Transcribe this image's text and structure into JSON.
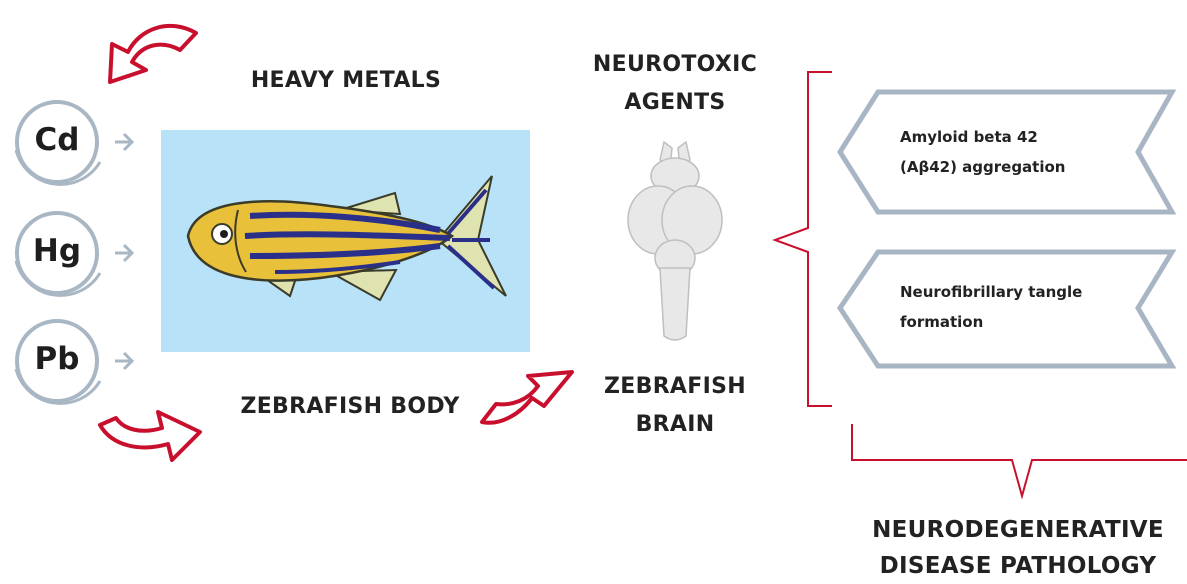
{
  "metals": [
    "Cd",
    "Hg",
    "Pb"
  ],
  "labels": {
    "heavy_metals": "HEAVY METALS",
    "neurotoxic_line1": "NEUROTOXIC",
    "neurotoxic_line2": "AGENTS",
    "zebrafish_body": "ZEBRAFISH BODY",
    "zebrafish_brain_line1": "ZEBRAFISH",
    "zebrafish_brain_line2": "BRAIN",
    "disease_line1": "NEURODEGENERATIVE",
    "disease_line2": "DISEASE PATHOLOGY"
  },
  "pathology": [
    {
      "line1": "Amyloid beta 42",
      "line2": "(Aβ42) aggregation"
    },
    {
      "line1": "Neurofibrillary tangle",
      "line2": "formation"
    }
  ],
  "colors": {
    "arrow_red": "#c8102e",
    "circle_gray": "#a9b7c4",
    "fish_panel": "#b8e2f8",
    "fish_body": "#e8c03a",
    "fish_stripe": "#2a2f8a",
    "brain_fill": "#e8e8e8",
    "box_outline": "#a8b6c4"
  }
}
